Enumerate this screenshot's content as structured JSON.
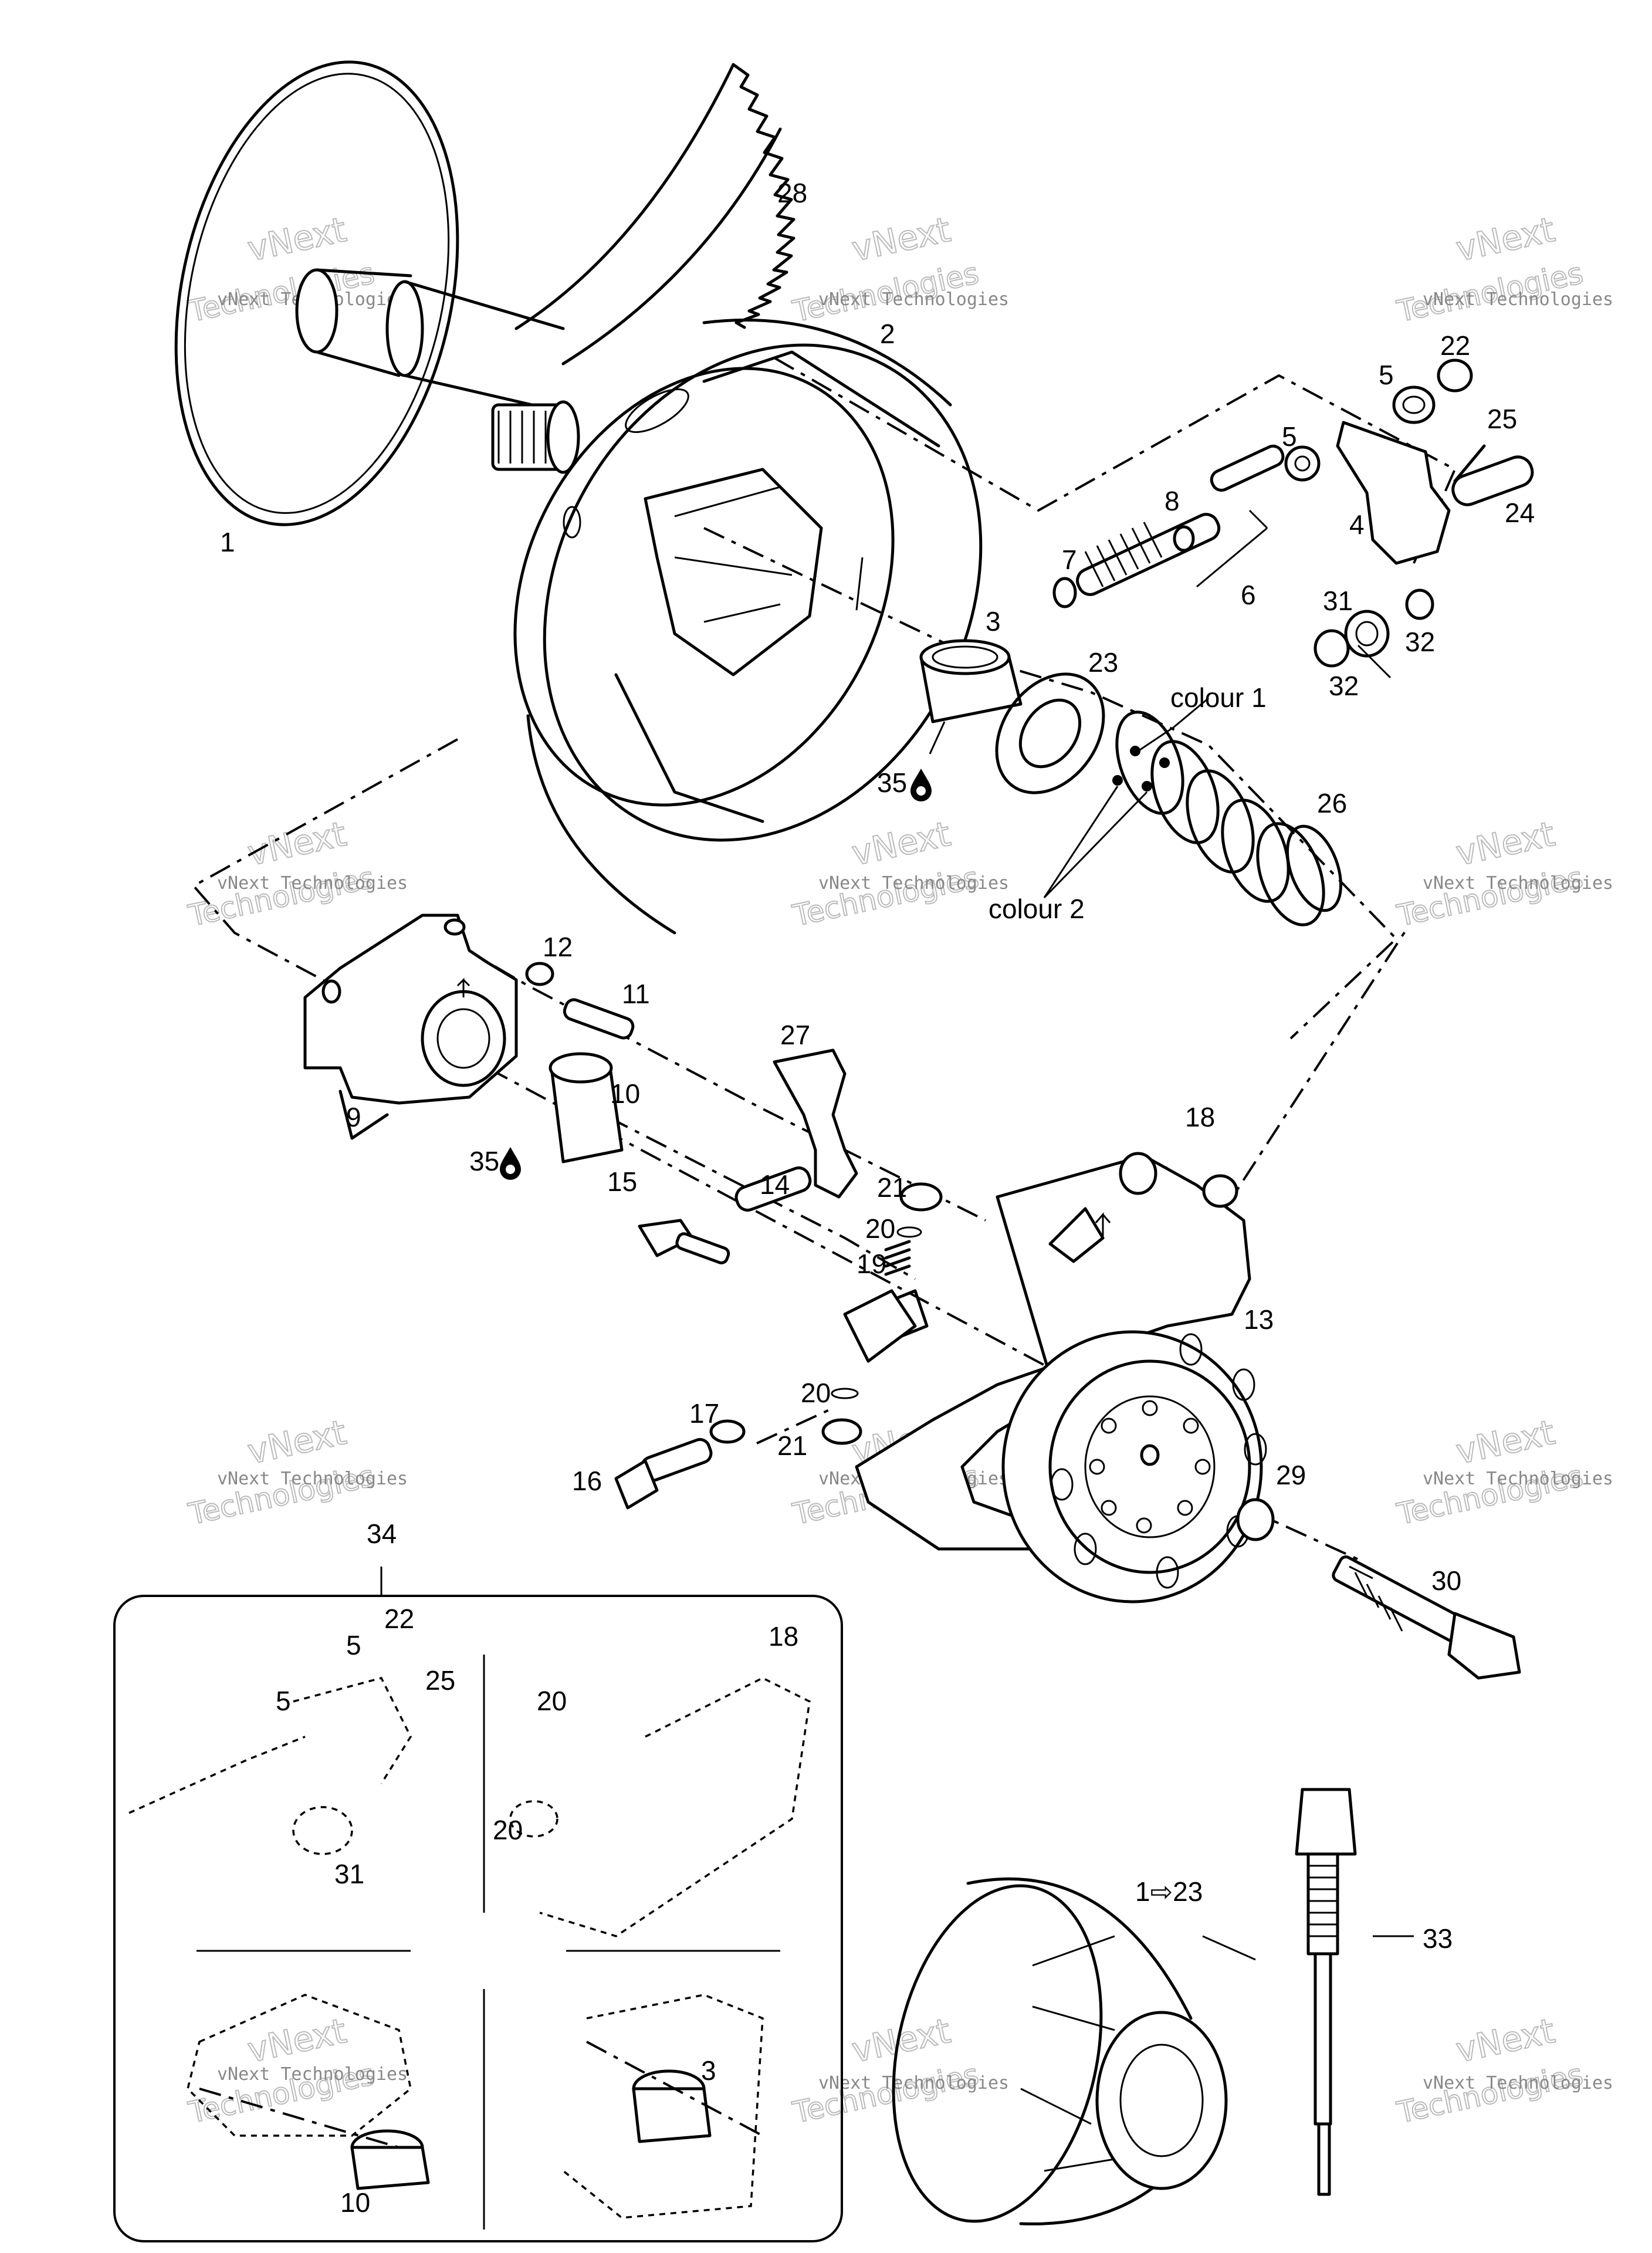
{
  "callouts": {
    "c1": "1",
    "c2": "2",
    "c3": "3",
    "c4": "4",
    "c5a": "5",
    "c5b": "5",
    "c6": "6",
    "c7": "7",
    "c8": "8",
    "c9": "9",
    "c10": "10",
    "c11": "11",
    "c12": "12",
    "c13": "13",
    "c14": "14",
    "c15": "15",
    "c16": "16",
    "c17": "17",
    "c18": "18",
    "c19": "19",
    "c20a": "20",
    "c20b": "20",
    "c21a": "21",
    "c21b": "21",
    "c22": "22",
    "c23": "23",
    "c24": "24",
    "c25": "25",
    "c26": "26",
    "c27": "27",
    "c28": "28",
    "c29": "29",
    "c30": "30",
    "c31": "31",
    "c32a": "32",
    "c32b": "32",
    "c33": "33",
    "c34": "34",
    "c35a": "35",
    "c35b": "35",
    "colour1": "colour 1",
    "colour2": "colour 2",
    "range": "1⇨23",
    "i5": "5",
    "i5b": "5",
    "i22": "22",
    "i25": "25",
    "i31": "31",
    "i18": "18",
    "i20a": "20",
    "i20b": "20",
    "i10": "10",
    "i3": "3"
  },
  "watermark": {
    "top": "vNext Technologies",
    "big": "vNext",
    "small": "Technologies"
  },
  "icons": {
    "lube": "drop-icon"
  }
}
